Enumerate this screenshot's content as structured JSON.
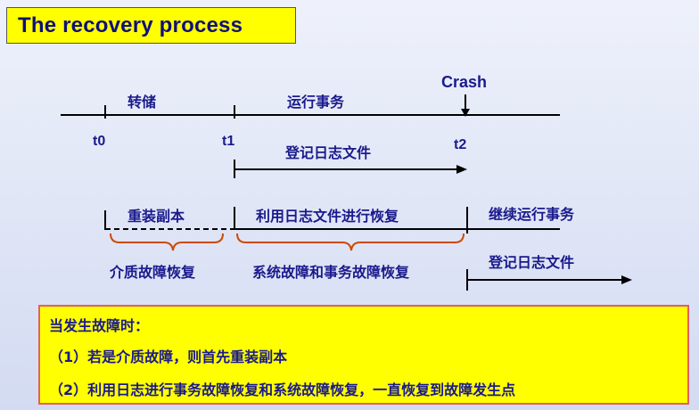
{
  "title": "The recovery process",
  "diagram": {
    "crash_label": "Crash",
    "segment_dump": "转储",
    "segment_run_tx": "运行事务",
    "t0": "t0",
    "t1": "t1",
    "t2": "t2",
    "log_file_1": "登记日志文件",
    "reload_copy": "重装副本",
    "use_log_recover": "利用日志文件进行恢复",
    "continue_run": "继续运行事务",
    "media_failure_recovery": "介质故障恢复",
    "system_tx_failure_recovery": "系统故障和事务故障恢复",
    "log_file_2": "登记日志文件"
  },
  "info": {
    "heading": "当发生故障时：",
    "line1": "（1）若是介质故障，则首先重装副本",
    "line2": "（2）利用日志进行事务故障恢复和系统故障恢复，一直恢复到故障发生点"
  }
}
